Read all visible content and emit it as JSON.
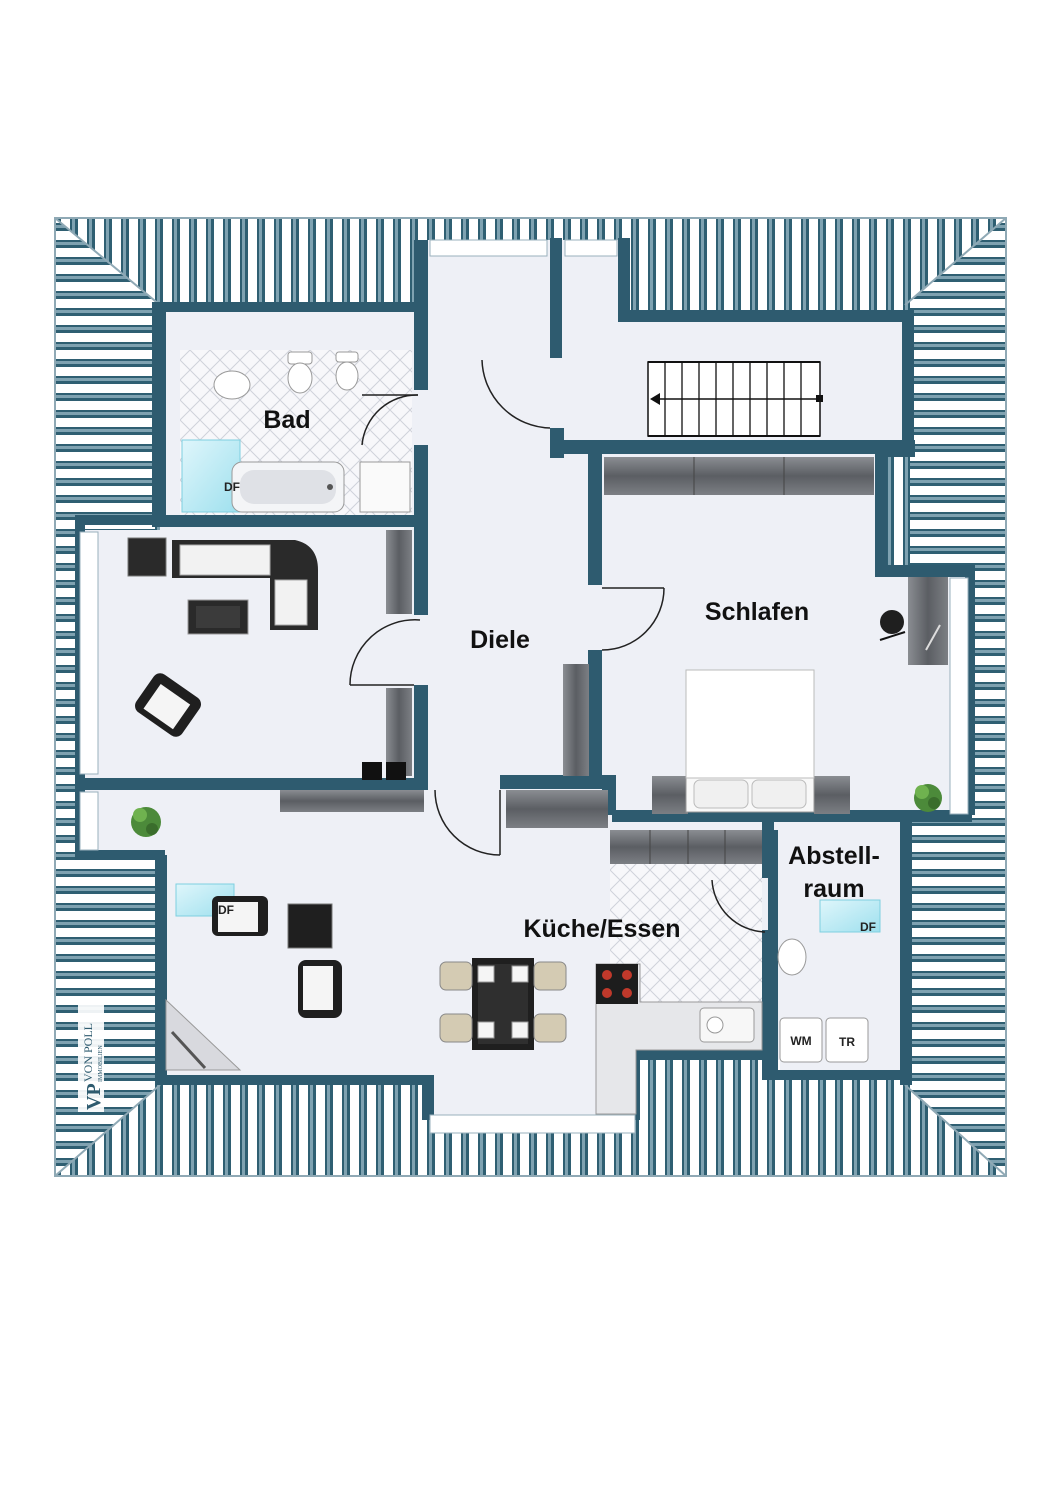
{
  "rooms": {
    "bad": "Bad",
    "diele": "Diele",
    "schlafen": "Schlafen",
    "kueche": "Küche/Essen",
    "abstell_line1": "Abstell-",
    "abstell_line2": "raum"
  },
  "labels": {
    "df": "DF",
    "wm": "WM",
    "tr": "TR"
  },
  "logo": {
    "initials": "VP",
    "name": "VON POLL",
    "sub": "IMMOBILIEN"
  },
  "colors": {
    "wall": "#2e5b6f",
    "floor": "#eef0f6",
    "roof_stripe": "#2f5f72",
    "tile": "#d9dbe4",
    "cabinet": "#6b6e73"
  },
  "icons": [
    "stair-icon",
    "toilet-icon",
    "bidet-icon",
    "washbasin-icon",
    "bathtub-icon",
    "shower-icon",
    "sofa-icon",
    "armchair-icon",
    "coffee-table-icon",
    "bed-icon",
    "dining-table-icon",
    "stove-icon",
    "sink-icon",
    "plant-icon",
    "desk-chair-icon",
    "skylight-icon"
  ]
}
